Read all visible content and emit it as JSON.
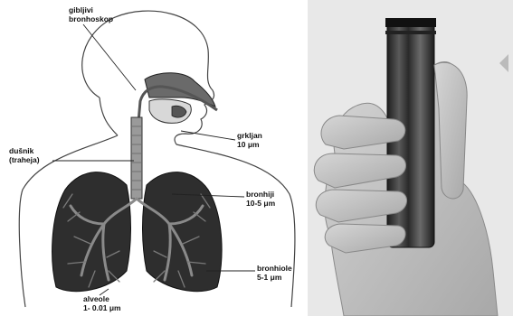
{
  "labels": {
    "bronchoscope": {
      "line1": "gibljivi",
      "line2": "bronhoskop"
    },
    "larynx": {
      "line1": "grkljan",
      "line2": "10 μm"
    },
    "trachea": {
      "line1": "dušnik",
      "line2": "(traheja)"
    },
    "bronchi": {
      "line1": "bronhiji",
      "line2": "10-5 μm"
    },
    "bronchioles": {
      "line1": "bronhiole",
      "line2": "5-1 μm"
    },
    "alveoli": {
      "line1": "alveole",
      "line2": "1- 0.01 μm"
    }
  },
  "colors": {
    "lung_fill": "#2e2e2e",
    "airway": "#8a8a8a",
    "outline": "#333333",
    "photo_background": "#e8e8e8",
    "tube_dark": "#2a2a2a",
    "skin": "#c9c9c9"
  },
  "icons": {
    "left_panel": "respiratory-system-diagram",
    "right_panel": "hand-holding-tube-photo"
  }
}
